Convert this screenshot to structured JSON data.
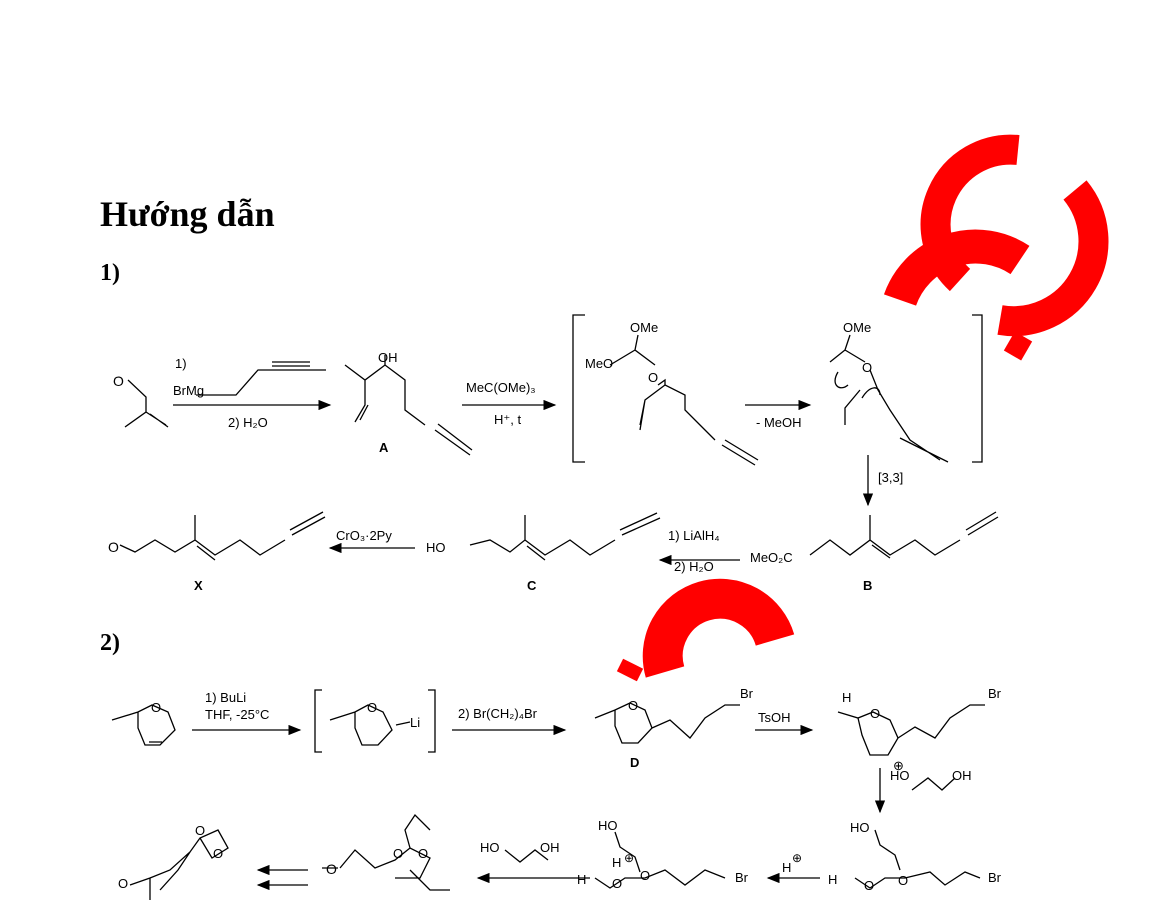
{
  "heading": "Hướng dẫn",
  "part1": {
    "number": "1)",
    "step1_line1": "1)",
    "reagent_grignard": "BrMg",
    "step1_line2": "2) H₂O",
    "reagent_ortho": "MeC(OMe)₃",
    "cond_acid": "H⁺, t",
    "grp_ome": "OMe",
    "grp_meo": "MeO",
    "atom_o": "O",
    "grp_oh": "OH",
    "loss": "- MeOH",
    "rearr": "[3,3]",
    "label_A": "A",
    "label_B": "B",
    "label_C": "C",
    "label_X": "X",
    "ester": "MeO₂C",
    "reduction_1": "1) LiAlH₄",
    "reduction_2": "2) H₂O",
    "alcohol_HO": "HO",
    "oxidant": "CrO₃·2Py",
    "aldehyde_O": "O"
  },
  "part2": {
    "number": "2)",
    "lith_1": "1) BuLi",
    "lith_2": "THF, -25°C",
    "li": "Li",
    "alkyl": "2) Br(CH₂)₄Br",
    "br": "Br",
    "label_D": "D",
    "acid": "TsOH",
    "h": "H",
    "glycol_ho": "HO",
    "glycol_oh": "OH",
    "plus": "⊕",
    "hplus": "H",
    "ketone_o": "O"
  },
  "colors": {
    "watermark": "#ff0000",
    "ink": "#000000"
  }
}
